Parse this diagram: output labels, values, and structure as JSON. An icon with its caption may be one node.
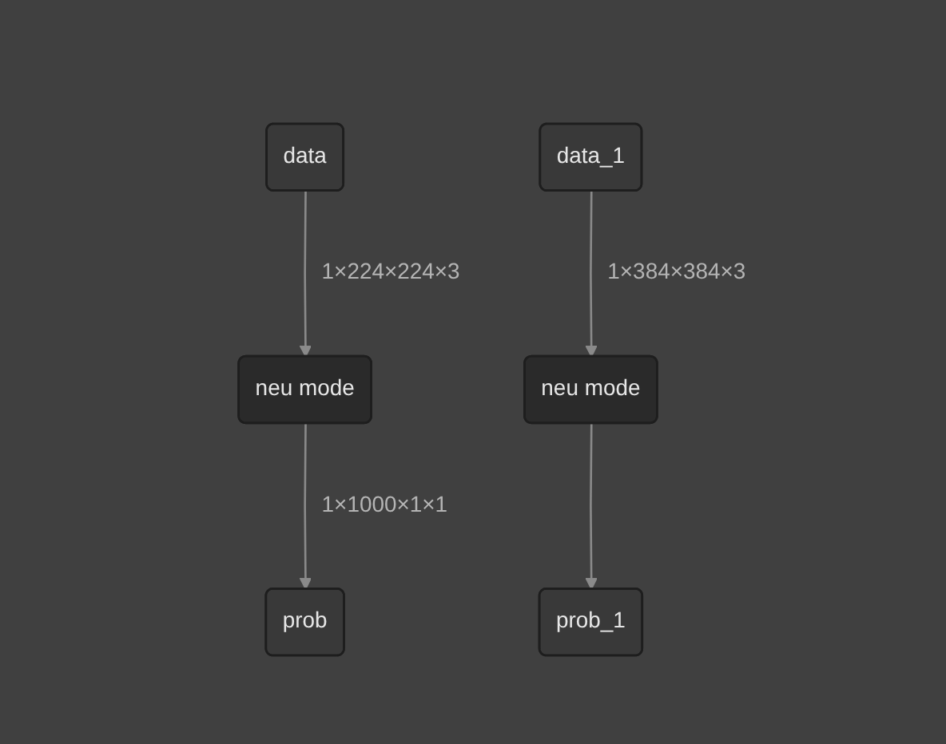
{
  "diagram": {
    "nodes": [
      {
        "text": [
          "data"
        ]
      },
      {
        "text": [
          "data_1"
        ]
      },
      {
        "text": [
          "neu mode"
        ]
      },
      {
        "text": [
          "neu mode"
        ]
      },
      {
        "text": [
          "prob"
        ]
      },
      {
        "text": [
          "prob_1"
        ]
      }
    ],
    "edges": [
      {
        "from": 0,
        "to": 2,
        "arrow": "to",
        "label": "1×224×224×3"
      },
      {
        "from": 1,
        "to": 3,
        "arrow": "to",
        "label": "1×384×384×3"
      },
      {
        "from": 2,
        "to": 4,
        "arrow": "to",
        "label": "1×1000×1×1"
      },
      {
        "from": 3,
        "to": 5,
        "arrow": "to"
      }
    ]
  }
}
